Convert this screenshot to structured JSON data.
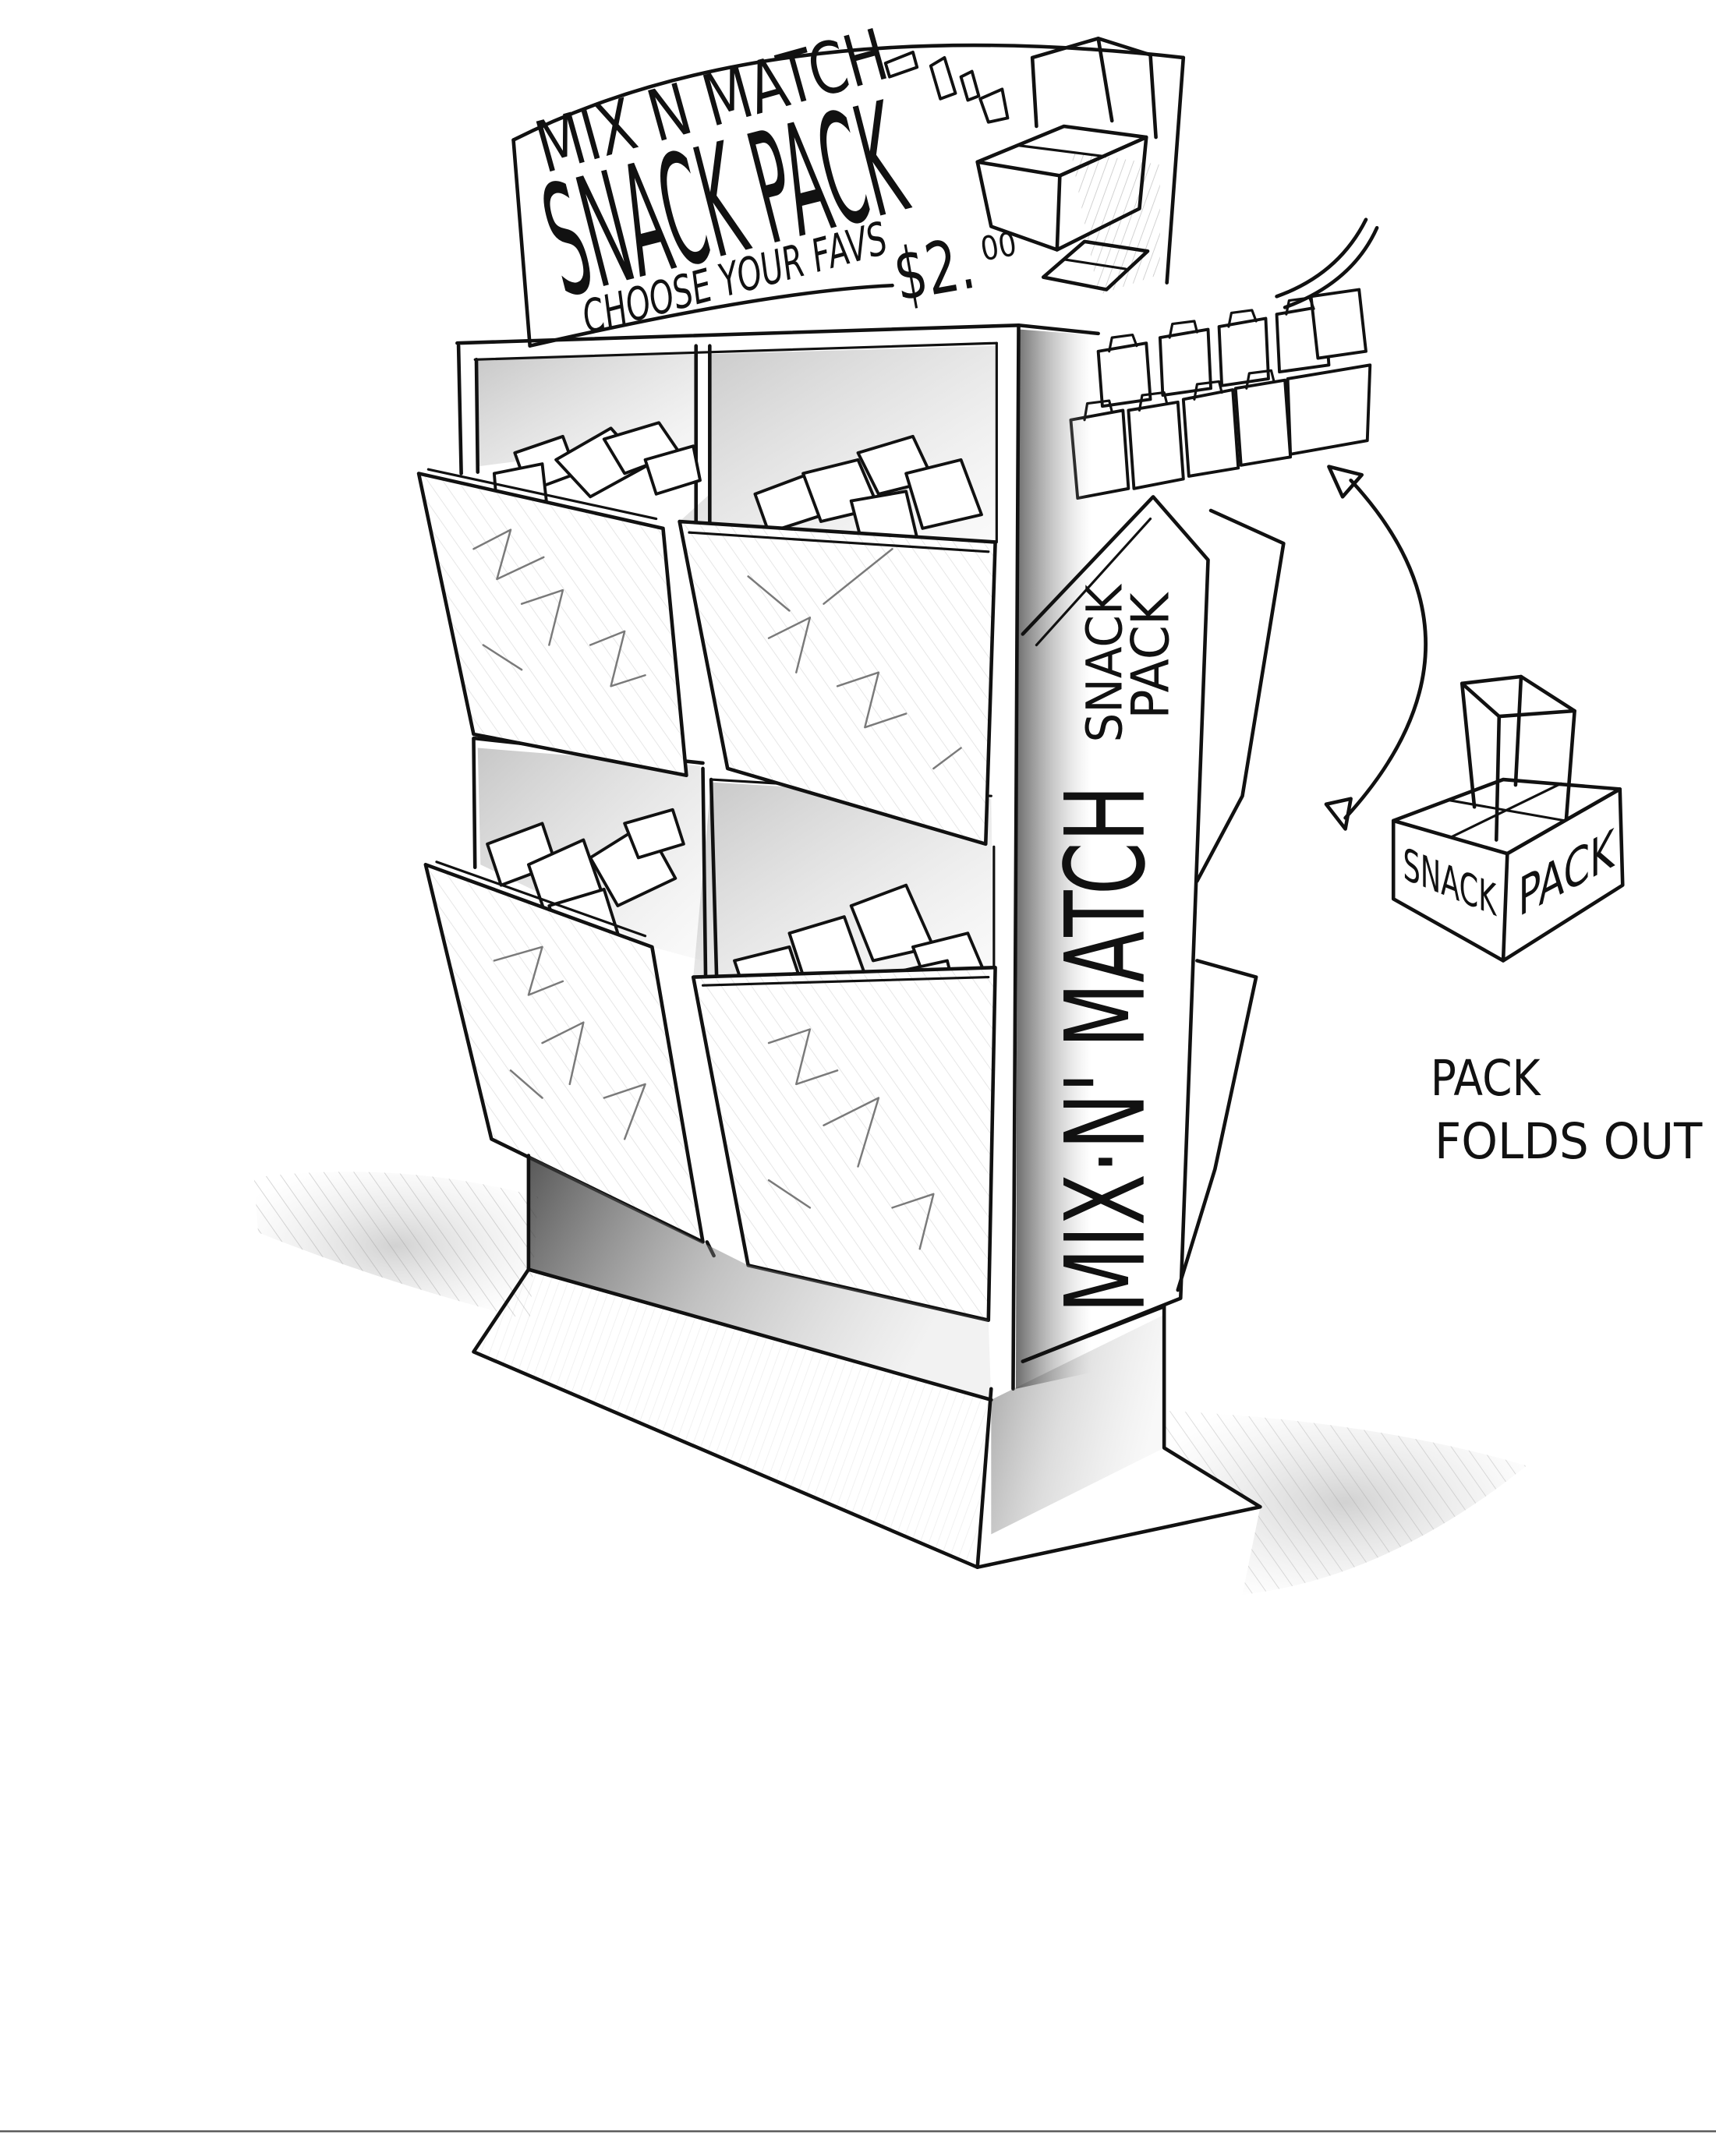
{
  "header_sign": {
    "line1": "MIX N MATCH",
    "line2": "SNACK PACK",
    "line3": "CHOOSE YOUR FAVS",
    "price_main": "$2.",
    "price_cents": "00"
  },
  "side_panel": {
    "brand": "MIX·N' MATCH",
    "product_line1": "SNACK",
    "product_line2": "PACK"
  },
  "fold_out_box": {
    "left_label": "SNACK",
    "right_label": "PACK"
  },
  "annotation": {
    "line1": "PACK",
    "line2": "FOLDS OUT"
  },
  "colors": {
    "ink": "#111111",
    "pencil_shade": "#8c8c8c",
    "paper": "#ffffff"
  }
}
